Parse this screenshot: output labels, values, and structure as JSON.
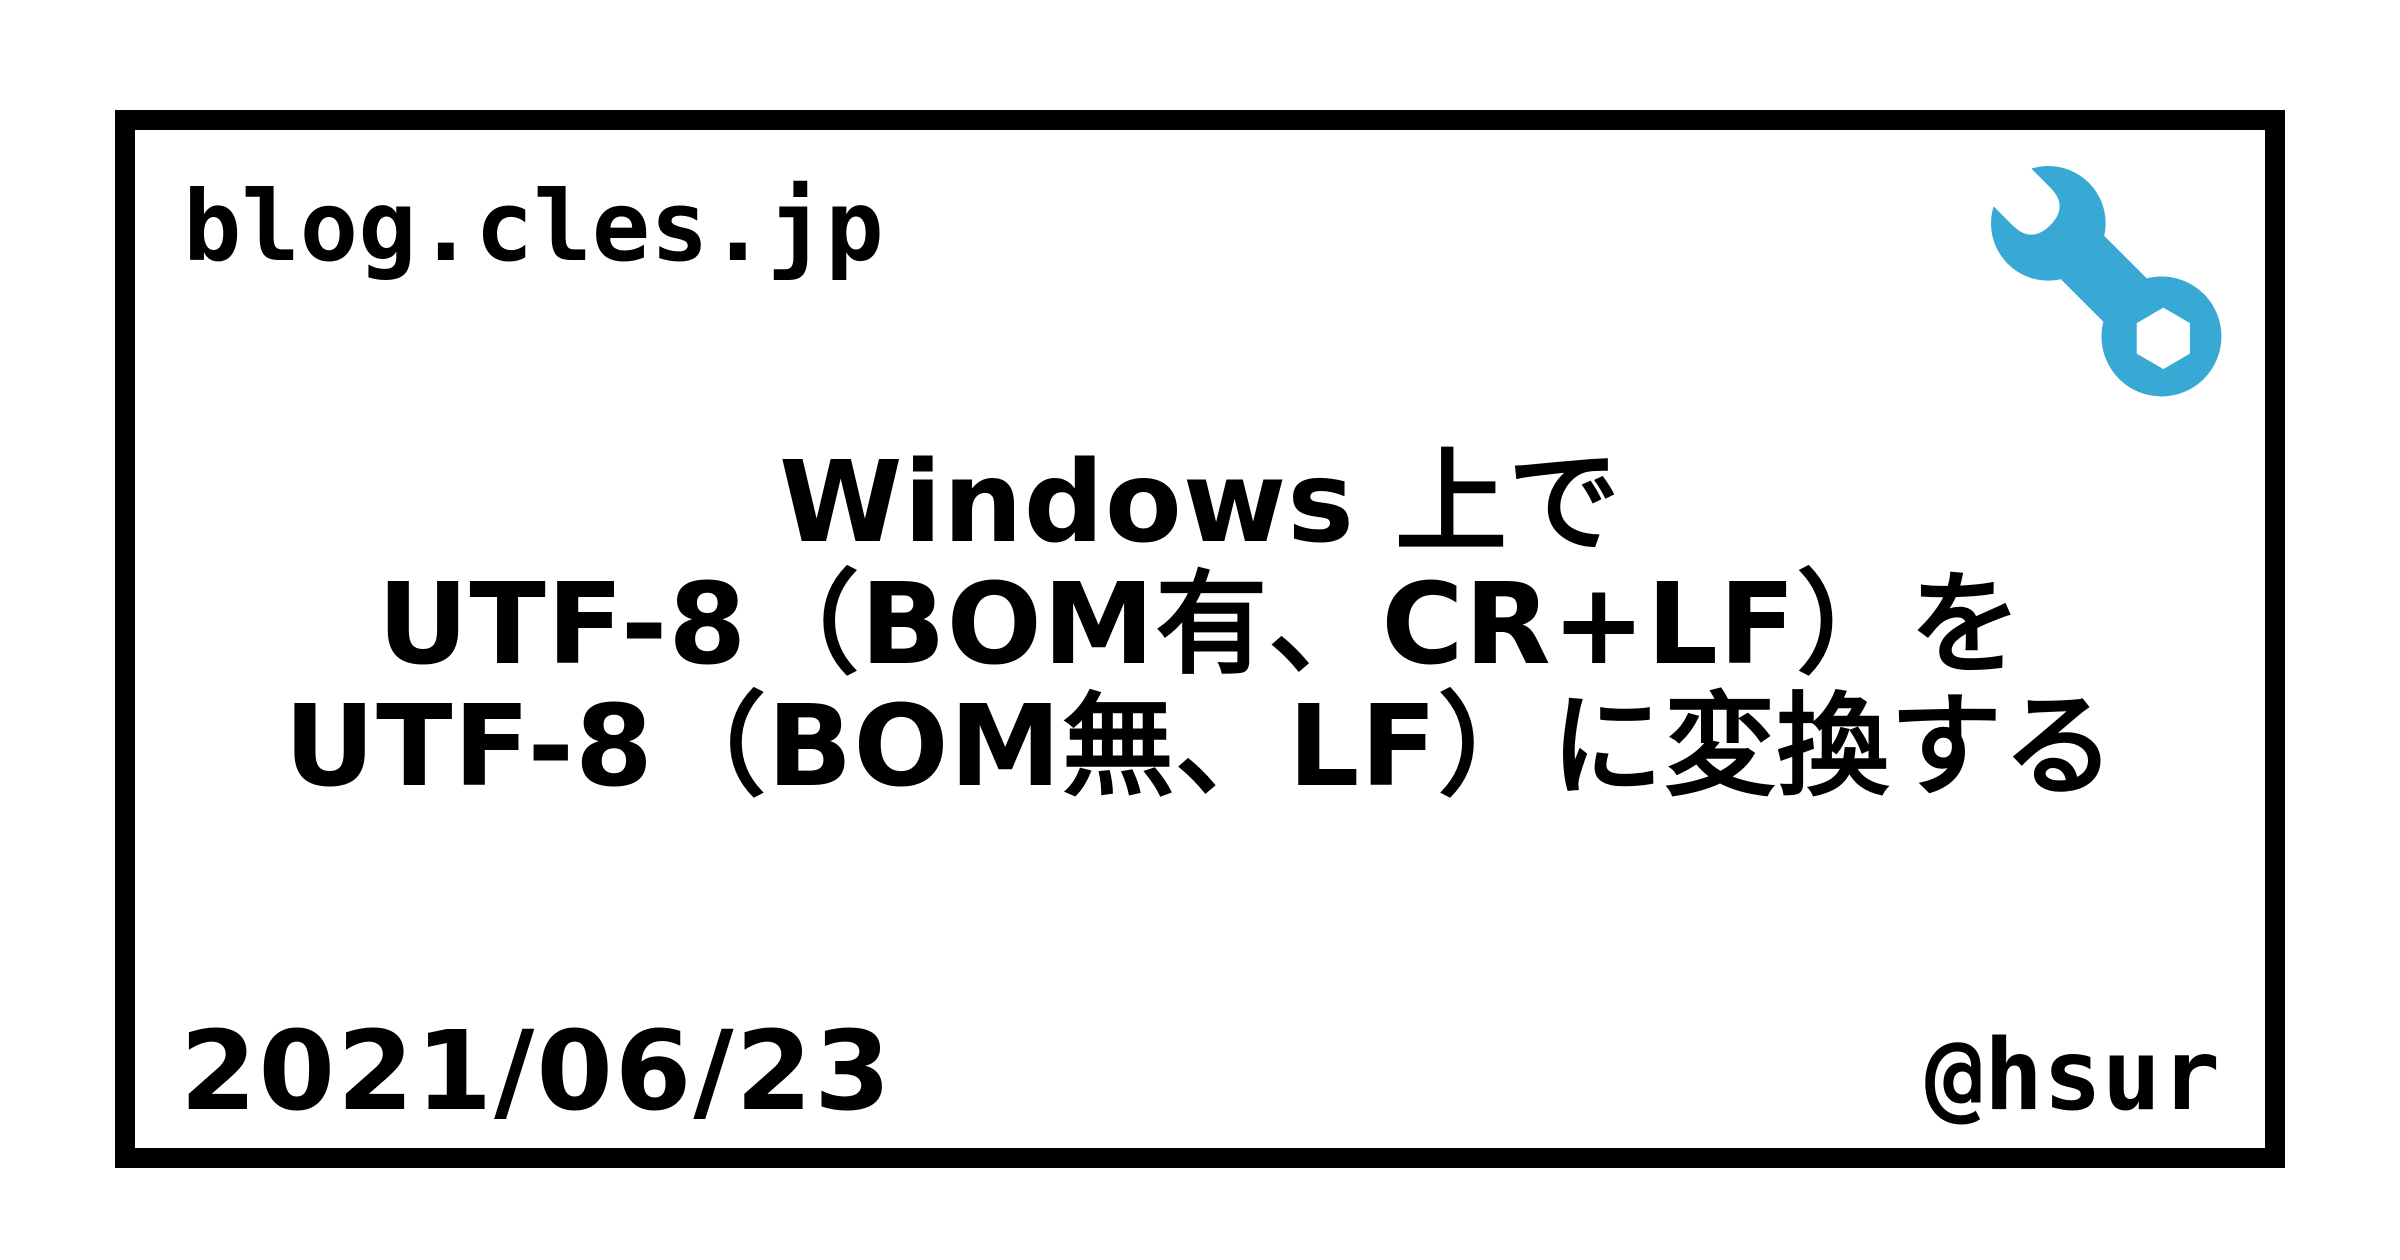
{
  "site": {
    "label": "blog.cles.jp"
  },
  "title": {
    "lines": [
      "Windows 上で",
      "UTF-8（BOM有、CR+LF）を",
      "UTF-8（BOM無、LF）に変換する"
    ]
  },
  "footer": {
    "date": "2021/06/23",
    "author": "@hsur"
  },
  "icons": {
    "top_right": "wrench-icon"
  },
  "colors": {
    "background": "#FFFFFF",
    "border": "#000000",
    "text": "#000000",
    "accent": "#38A8D5"
  }
}
